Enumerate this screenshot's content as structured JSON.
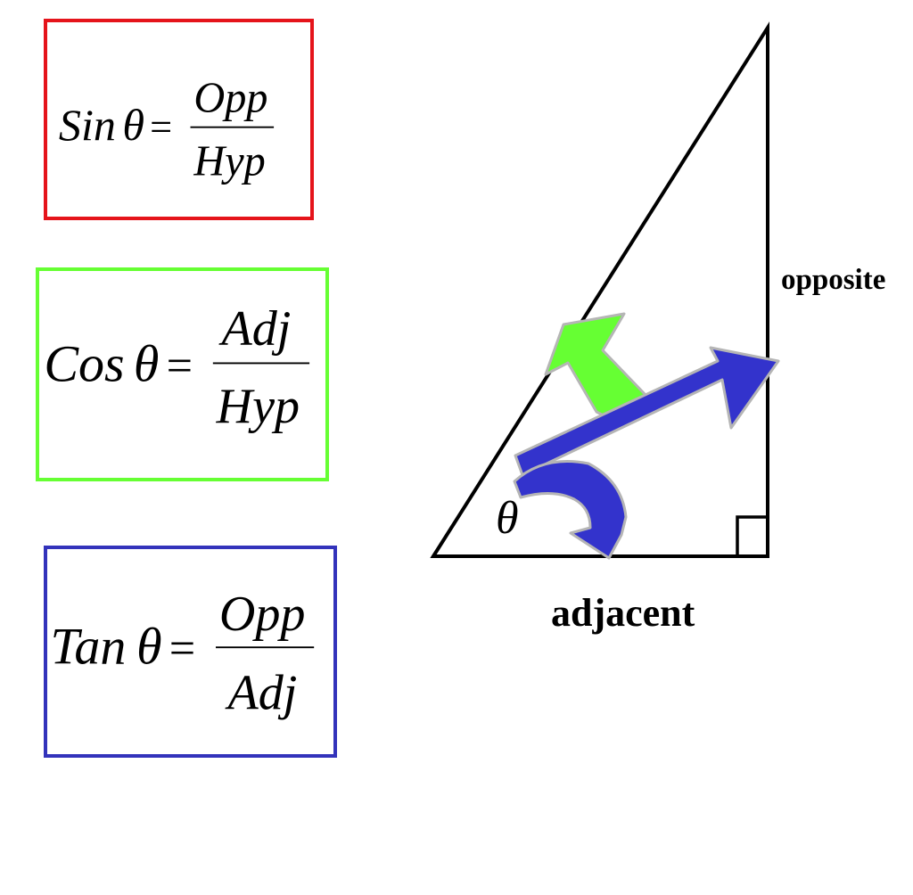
{
  "formulas": {
    "sin": {
      "fn": "Sin",
      "theta": "θ",
      "eq": "=",
      "num": "Opp",
      "den": "Hyp",
      "color": "#e5141b"
    },
    "cos": {
      "fn": "Cos",
      "theta": "θ",
      "eq": "=",
      "num": "Adj",
      "den": "Hyp",
      "color": "#66ff33"
    },
    "tan": {
      "fn": "Tan",
      "theta": "θ",
      "eq": "=",
      "num": "Opp",
      "den": "Adj",
      "color": "#3333bb"
    }
  },
  "triangle": {
    "angle_label": "θ",
    "adjacent_label": "adjacent",
    "opposite_label": "opposite",
    "line_color": "#000000"
  },
  "arrows": {
    "green_color": "#66ff33",
    "blue_color": "#3333cc",
    "outline_color": "#b5b5b5"
  }
}
